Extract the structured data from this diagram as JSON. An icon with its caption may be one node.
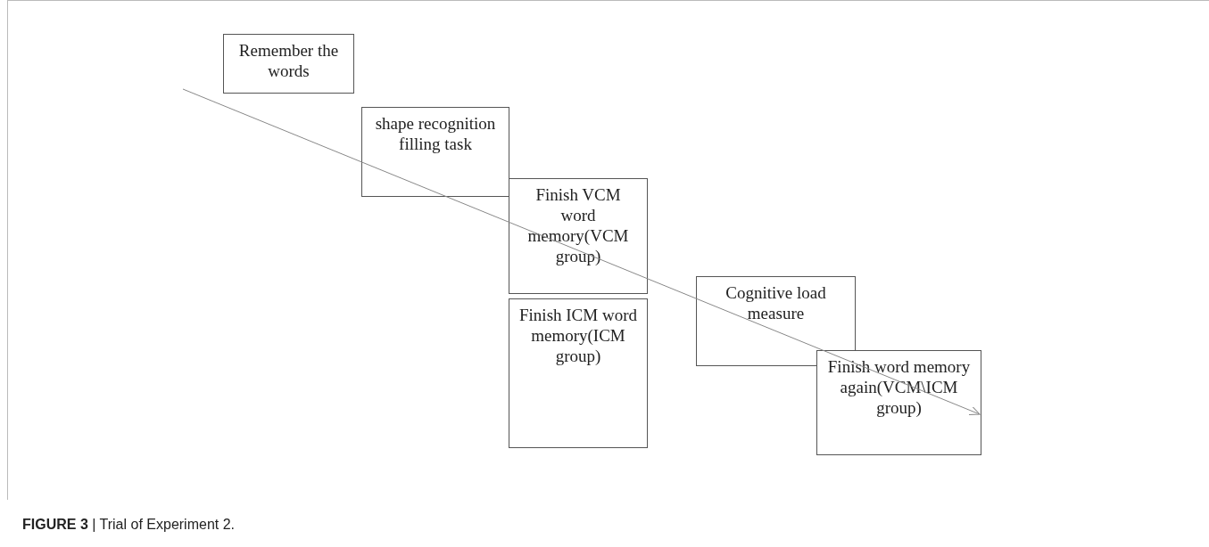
{
  "diagram": {
    "caption": "**FIGURE 3** | Trial of Experiment 2.",
    "nodes": [
      {
        "text": [
          "Remember the words"
        ]
      },
      {
        "text": [
          "shape recognition filling task"
        ]
      },
      {
        "text": [
          "Finish VCM word memory(VCM group)"
        ]
      },
      {
        "text": [
          "Finish ICM word memory(ICM group)"
        ]
      },
      {
        "text": [
          "Cognitive load measure"
        ]
      },
      {
        "text": [
          "Finish word memory again(VCM\\ICM group)"
        ]
      }
    ],
    "edges": []
  }
}
